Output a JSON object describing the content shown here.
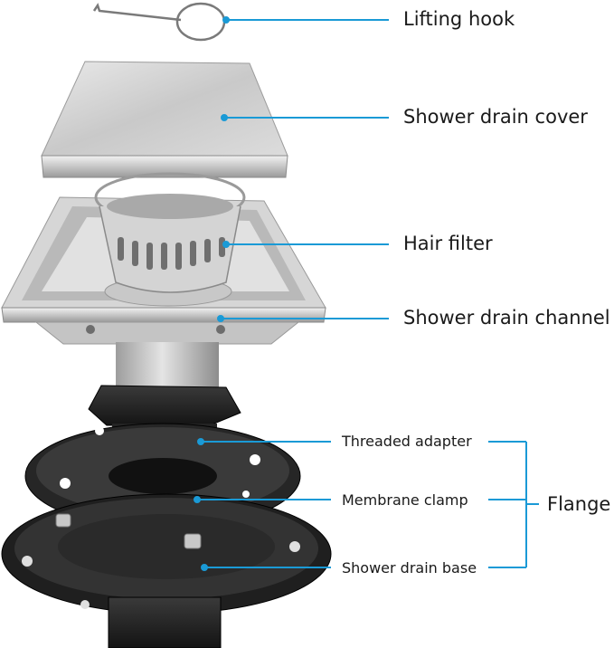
{
  "labels": {
    "lifting_hook": "Lifting hook",
    "shower_drain_cover": "Shower drain cover",
    "hair_filter": "Hair filter",
    "shower_drain_channel": "Shower drain channel",
    "threaded_adapter": "Threaded adapter",
    "membrane_clamp": "Membrane clamp",
    "shower_drain_base": "Shower drain base",
    "flange": "Flange"
  },
  "colors": {
    "leader_line": "#1a9ad6",
    "steel_light": "#dcdcdc",
    "steel_mid": "#b5b5b5",
    "steel_dark": "#8a8a8a",
    "plastic_black": "#1c1c1c",
    "label_text": "#1a1a1a"
  }
}
